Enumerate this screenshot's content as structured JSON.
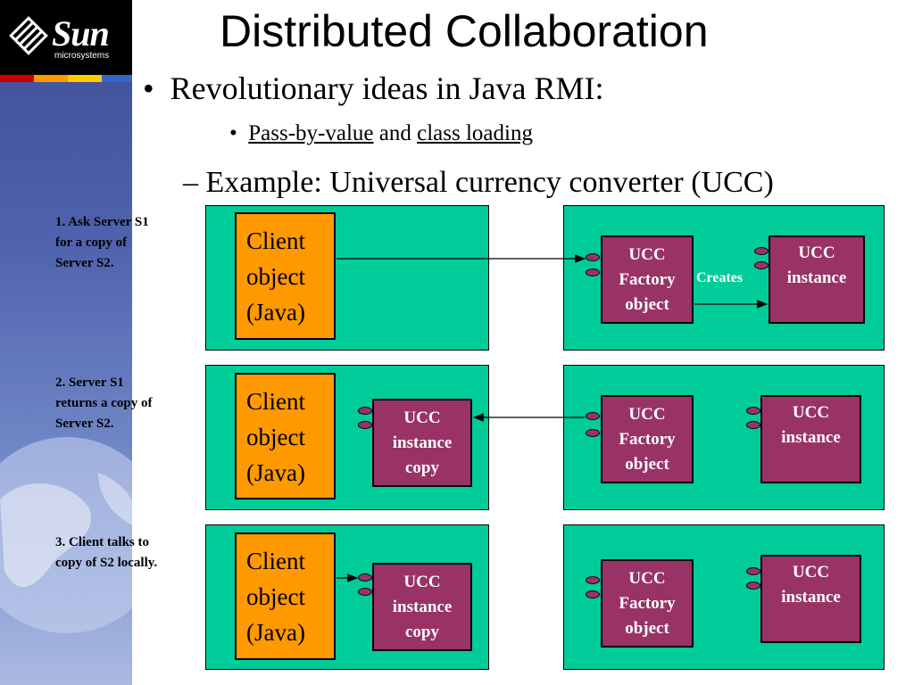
{
  "title": "Distributed Collaboration",
  "bullets": {
    "level1": "Revolutionary ideas in Java RMI:",
    "level2": {
      "bullet": "•",
      "link1": "Pass-by-value",
      "joiner": "and",
      "link2": "class loading"
    },
    "level1_dash": "– Example: Universal currency converter (UCC)",
    "bullet_glyph": "•"
  },
  "logo": {
    "word": "Sun",
    "sub": "microsystems"
  },
  "steps": [
    "1. Ask Server S1 for a copy of Server S2.",
    "2. Server S1 returns a copy of Server S2.",
    "3. Client talks to copy of S2 locally."
  ],
  "labels": {
    "client": [
      "Client",
      "object",
      "(Java)"
    ],
    "factory": [
      "UCC",
      "Factory",
      "object"
    ],
    "instance": [
      "UCC",
      "instance"
    ],
    "instance_copy": [
      "UCC",
      "instance",
      "copy"
    ],
    "creates": "Creates"
  },
  "colors": {
    "panel": "#00cc99",
    "client": "#ff9900",
    "ucc": "#993366",
    "stripe": [
      "#cc0000",
      "#ff9900",
      "#ffcc00",
      "#3366cc"
    ]
  },
  "icons": [
    "sun-logo-icon",
    "globe-icon",
    "arrow-icon"
  ]
}
